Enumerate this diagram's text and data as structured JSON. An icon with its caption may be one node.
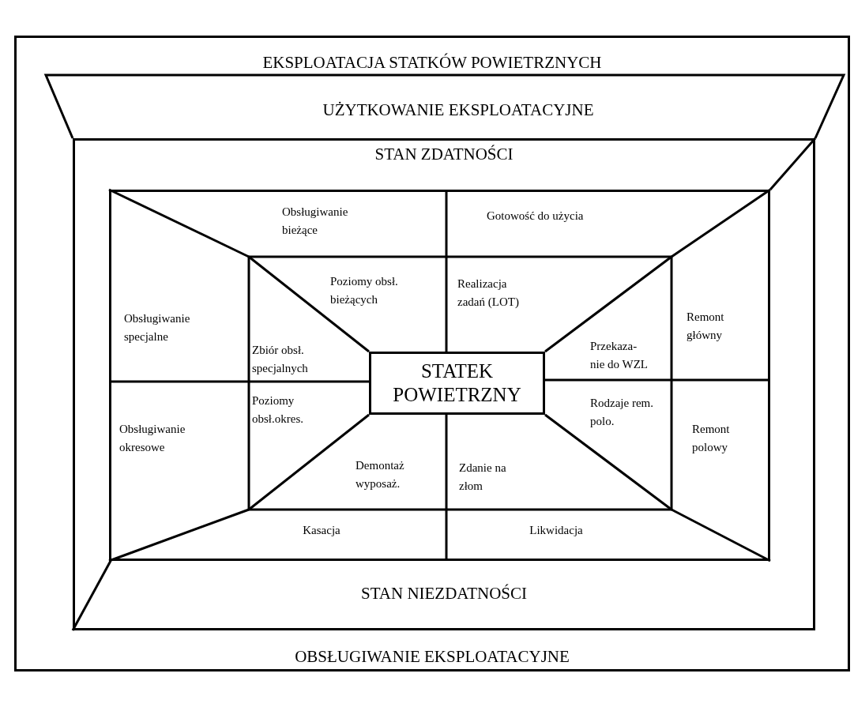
{
  "diagram": {
    "nodes": [
      {
        "text": [
          "EKSPLOATACJA  STATKÓW POWIETRZNYCH",
          "OBSŁUGIWANIE EKSPLOATACYJNE"
        ]
      },
      {
        "text": [
          "STAN ZDATNOŚCI",
          "STAN  NIEZDATNOŚCI"
        ],
        "in": 0
      },
      {
        "text": [],
        "shape": "box",
        "in": 1
      },
      {
        "text": [
          "STATEK POWIETRZNY"
        ],
        "in": 2
      }
    ],
    "labels": [
      "UŻYTKOWANIE EKSPLOATACYJNE",
      "Obsługiwanie bieżące",
      "Gotowość do użycia",
      "Poziomy obsł. bieżących",
      "Realizacja zadań (LOT)",
      "Obsługiwanie specjalne",
      "Zbiór obsł. specjalnych",
      "Przekaza- nie do WZL",
      "Remont główny",
      "Poziomy obsł.okres.",
      "Obsługiwanie okresowe",
      "Rodzaje rem. polo.",
      "Remont polowy",
      "Demontaż wyposaż.",
      "Zdanie na złom",
      "Kasacja",
      "Likwidacja"
    ]
  }
}
